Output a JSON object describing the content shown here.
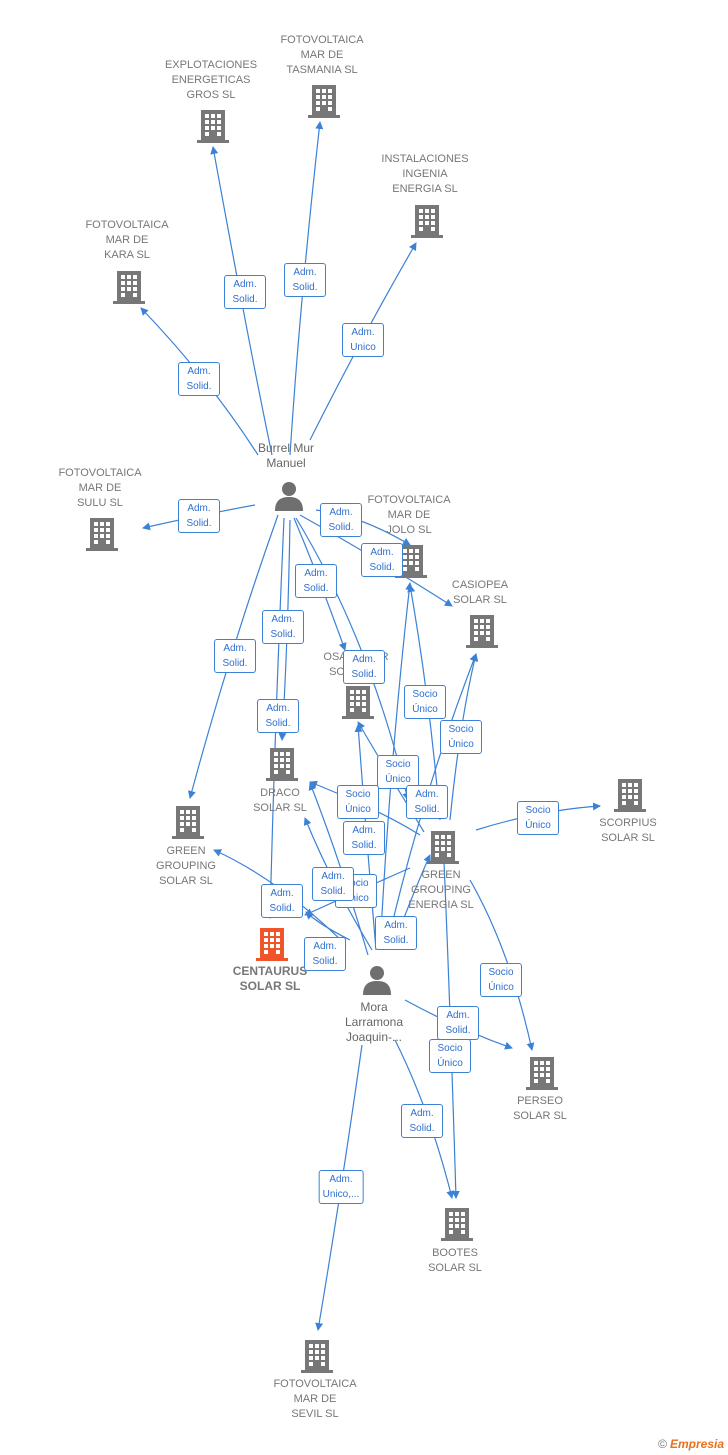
{
  "colors": {
    "edge": "#3b82d6",
    "building": "#777777",
    "main_building": "#f0552a",
    "person": "#6f6f6f"
  },
  "nodes": {
    "explotaciones": "EXPLOTACIONES\nENERGETICAS\nGROS SL",
    "tasmania": "FOTOVOLTAICA\nMAR DE\nTASMANIA  SL",
    "ingenia": "INSTALACIONES\nINGENIA\nENERGIA  SL",
    "kara": "FOTOVOLTAICA\nMAR DE\nKARA  SL",
    "sulu": "FOTOVOLTAICA\nMAR DE\nSULU  SL",
    "jolo": "FOTOVOLTAICA\nMAR DE\nJOLO  SL",
    "casiopea": "CASIOPEA\nSOLAR  SL",
    "osa": "OSA MAYOR\nSOLAR  SL",
    "draco": "DRACO\nSOLAR  SL",
    "green_solar": "GREEN\nGROUPING\nSOLAR  SL",
    "green_energia": "GREEN\nGROUPING\nENERGIA SL",
    "scorpius": "SCORPIUS\nSOLAR  SL",
    "centaurus": "CENTAURUS\nSOLAR  SL",
    "perseo": "PERSEO\nSOLAR  SL",
    "bootes": "BOOTES\nSOLAR  SL",
    "sevil": "FOTOVOLTAICA\nMAR DE\nSEVIL  SL",
    "burrel": "Burrel Mur\nManuel",
    "mora": "Mora\nLarramona\nJoaquin-..."
  },
  "relations": {
    "adm_solid": "Adm.\nSolid.",
    "adm_unico": "Adm.\nUnico",
    "adm_unico_more": "Adm.\nUnico,...",
    "socio_unico": "Socio\nÚnico"
  },
  "footer": {
    "copyright": "©",
    "brand": "Empresia"
  }
}
